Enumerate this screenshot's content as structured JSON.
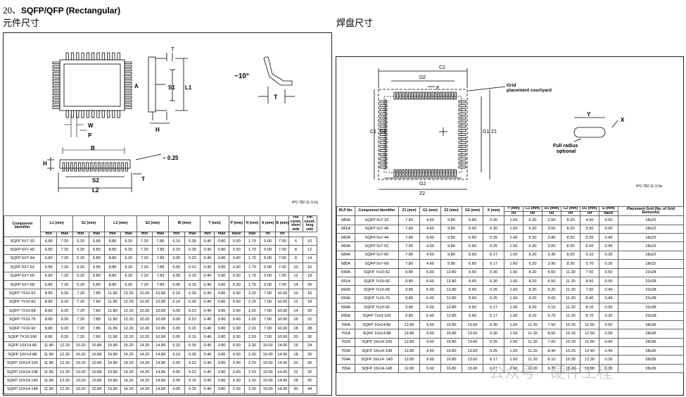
{
  "heading": {
    "number": "20、",
    "title": "SQFP/QFP (Rectangular)"
  },
  "left_subtitle": "元件尺寸",
  "right_subtitle": "焊盘尺寸",
  "left_figure": {
    "labels": {
      "T": "T",
      "A": "A",
      "S1": "S1",
      "L1": "L1",
      "W": "W",
      "P": "P",
      "H": "H",
      "B": "B",
      "S2": "S2",
      "L2": "L2",
      "angle": "~10°",
      "tol": "~ 0.25"
    },
    "ipc": "IPC-782-11-3-2a"
  },
  "right_figure": {
    "labels": {
      "C2": "C2",
      "D2": "D2",
      "E": "E",
      "C1": "C1",
      "D1": "D1",
      "G1": "G1",
      "Z1": "Z1",
      "G2": "G2",
      "Z2": "Z2",
      "Y": "Y",
      "X": "X"
    },
    "grid_label": "Grid\nplacement courtyard",
    "full_radius": "Full radius\noptional",
    "ipc": "IPC-782-11-3-3a"
  },
  "left_table": {
    "h1": [
      "Component Identifier",
      "L1 (mm)",
      "S1 (mm)",
      "L2 (mm)",
      "S2 (mm)",
      "W (mm)",
      "T (mm)",
      "P (mm)",
      "H (mm)",
      "A (mm)",
      "B (mm)",
      "Pin count, short side",
      "Pin count, long side"
    ],
    "h2": [
      "min",
      "max",
      "min",
      "max",
      "min",
      "max",
      "min",
      "max",
      "min",
      "max",
      "min",
      "max",
      "basic",
      "max",
      "ref",
      "ref"
    ],
    "rows": [
      [
        "SQFP 5X7-32",
        "6.80",
        "7.20",
        "5.20",
        "5.89",
        "8.80",
        "9.20",
        "7.20",
        "7.89",
        "0.10",
        "0.30",
        "0.40",
        "0.80",
        "0.50",
        "1.70",
        "5.00",
        "7.00",
        "6",
        "10"
      ],
      [
        "SQFP 5X7-40",
        "6.80",
        "7.20",
        "5.20",
        "5.89",
        "8.80",
        "9.20",
        "7.20",
        "7.89",
        "0.10",
        "0.30",
        "0.40",
        "0.80",
        "0.50",
        "1.70",
        "5.00",
        "7.00",
        "8",
        "12"
      ],
      [
        "SQFP 5X7-44",
        "6.80",
        "7.20",
        "5.20",
        "5.89",
        "8.80",
        "9.20",
        "7.20",
        "7.89",
        "0.05",
        "0.22",
        "0.40",
        "0.80",
        "0.40",
        "1.70",
        "5.00",
        "7.00",
        "8",
        "14"
      ],
      [
        "SQFP 5X7-52",
        "6.80",
        "7.20",
        "5.20",
        "5.89",
        "8.80",
        "9.20",
        "7.20",
        "7.89",
        "0.05",
        "0.22",
        "0.40",
        "0.80",
        "0.40",
        "1.70",
        "5.00",
        "7.00",
        "10",
        "16"
      ],
      [
        "SQFP 5X7-60",
        "6.80",
        "7.20",
        "5.20",
        "5.89",
        "8.80",
        "9.20",
        "7.20",
        "7.89",
        "0.05",
        "0.15",
        "0.40",
        "0.80",
        "0.30",
        "1.70",
        "5.00",
        "7.00",
        "12",
        "18"
      ],
      [
        "SQFP 5X7-68",
        "6.80",
        "7.20",
        "5.20",
        "5.89",
        "8.80",
        "9.20",
        "7.20",
        "7.89",
        "0.05",
        "0.15",
        "0.40",
        "0.80",
        "0.30",
        "1.70",
        "5.00",
        "7.00",
        "14",
        "20"
      ],
      [
        "SQFP 7X10-52",
        "8.80",
        "9.20",
        "7.20",
        "7.89",
        "11.80",
        "12.20",
        "10.20",
        "10.89",
        "0.10",
        "0.30",
        "0.40",
        "0.80",
        "0.50",
        "2.20",
        "7.00",
        "10.00",
        "10",
        "16"
      ],
      [
        "SQFP 7X10-60",
        "8.80",
        "9.20",
        "7.20",
        "7.89",
        "11.80",
        "12.20",
        "10.20",
        "10.89",
        "0.10",
        "0.30",
        "0.40",
        "0.80",
        "0.50",
        "2.20",
        "7.00",
        "10.00",
        "12",
        "18"
      ],
      [
        "SQFP 7X10-68",
        "8.80",
        "9.20",
        "7.20",
        "7.89",
        "11.80",
        "12.20",
        "10.20",
        "10.89",
        "0.05",
        "0.22",
        "0.40",
        "0.80",
        "0.40",
        "2.20",
        "7.00",
        "10.00",
        "14",
        "20"
      ],
      [
        "SQFP 7X10-76",
        "8.80",
        "9.20",
        "7.20",
        "7.89",
        "11.80",
        "12.20",
        "10.20",
        "10.89",
        "0.05",
        "0.22",
        "0.40",
        "0.80",
        "0.40",
        "2.20",
        "7.00",
        "10.00",
        "16",
        "22"
      ],
      [
        "SQFP 7X10-92",
        "8.80",
        "9.20",
        "7.20",
        "7.89",
        "11.80",
        "12.20",
        "10.20",
        "10.89",
        "0.05",
        "0.15",
        "0.40",
        "0.80",
        "0.30",
        "2.20",
        "7.00",
        "10.00",
        "18",
        "28"
      ],
      [
        "SQFP 7X10-100",
        "8.80",
        "9.20",
        "7.20",
        "7.89",
        "11.80",
        "12.20",
        "10.20",
        "10.89",
        "0.05",
        "0.15",
        "0.40",
        "0.80",
        "0.30",
        "2.20",
        "7.00",
        "10.00",
        "20",
        "30"
      ],
      [
        "SQFP 10X14-80",
        "11.80",
        "12.20",
        "10.20",
        "10.89",
        "15.80",
        "16.20",
        "14.20",
        "14.89",
        "0.10",
        "0.30",
        "0.40",
        "0.80",
        "0.50",
        "2.20",
        "10.00",
        "14.00",
        "16",
        "24"
      ],
      [
        "SQFP 10X14-88",
        "11.80",
        "12.20",
        "10.20",
        "10.89",
        "15.80",
        "16.20",
        "14.20",
        "14.89",
        "0.10",
        "0.30",
        "0.40",
        "0.80",
        "0.50",
        "2.20",
        "10.00",
        "14.00",
        "18",
        "26"
      ],
      [
        "SQFP 10X14-100",
        "11.80",
        "12.20",
        "10.20",
        "10.89",
        "15.80",
        "16.20",
        "14.20",
        "14.89",
        "0.05",
        "0.22",
        "0.40",
        "0.80",
        "0.40",
        "2.20",
        "10.00",
        "14.00",
        "20",
        "30"
      ],
      [
        "SQFP 10X14-108",
        "11.80",
        "12.20",
        "10.20",
        "10.89",
        "15.80",
        "16.20",
        "14.20",
        "14.89",
        "0.05",
        "0.22",
        "0.40",
        "0.80",
        "0.40",
        "2.20",
        "10.00",
        "14.00",
        "22",
        "32"
      ],
      [
        "SQFP 10X14-140",
        "11.80",
        "12.20",
        "10.20",
        "10.89",
        "15.80",
        "16.20",
        "14.20",
        "14.89",
        "0.05",
        "0.15",
        "0.40",
        "0.80",
        "0.30",
        "2.20",
        "10.00",
        "14.00",
        "28",
        "42"
      ],
      [
        "SQFP 10X14-148",
        "11.80",
        "12.20",
        "10.20",
        "10.89",
        "15.80",
        "16.20",
        "14.20",
        "14.89",
        "0.05",
        "0.15",
        "0.40",
        "0.80",
        "0.30",
        "2.20",
        "10.00",
        "14.00",
        "30",
        "44"
      ]
    ]
  },
  "right_table": {
    "h1": [
      "RLP No.",
      "Component Identifier",
      "Z1 (mm)",
      "G1 (mm)",
      "Z2 (mm)",
      "G2 (mm)",
      "X (mm)",
      "Y (mm)",
      "C1 (mm)",
      "D1 (mm)",
      "C2 (mm)",
      "D2 (mm)",
      "E (mm)",
      "Placement Grid (No. of Grid Elements)"
    ],
    "h2": [
      "",
      "",
      "",
      "",
      "",
      "",
      "",
      "ref",
      "ref",
      "ref",
      "ref",
      "ref",
      "basic",
      ""
    ],
    "rows": [
      [
        "680A",
        "SQFP 5x7-32",
        "7.80",
        "4.60",
        "9.80",
        "6.60",
        "0.30",
        "1.60",
        "6.20",
        "2.50",
        "8.20",
        "4.50",
        "0.50",
        "18x22"
      ],
      [
        "681A",
        "SQFP 5x7-40",
        "7.80",
        "4.60",
        "9.80",
        "6.60",
        "0.30",
        "1.60",
        "6.20",
        "3.50",
        "8.20",
        "5.50",
        "0.50",
        "18x22"
      ],
      [
        "682A",
        "SQFP 5x7-44",
        "7.80",
        "4.60",
        "9.80",
        "6.60",
        "0.25",
        "1.60",
        "6.20",
        "2.80",
        "8.20",
        "5.20",
        "0.40",
        "18x22"
      ],
      [
        "683A",
        "SQFP 5x7-52",
        "7.80",
        "4.60",
        "9.80",
        "6.60",
        "0.25",
        "1.60",
        "6.20",
        "3.60",
        "8.20",
        "6.00",
        "0.40",
        "18x22"
      ],
      [
        "684A",
        "SQFP 5x7-60",
        "7.80",
        "4.60",
        "9.80",
        "6.60",
        "0.17",
        "1.60",
        "6.20",
        "3.30",
        "8.20",
        "5.10",
        "0.30",
        "18x22"
      ],
      [
        "685A",
        "SQFP 5x7-68",
        "7.80",
        "4.60",
        "9.80",
        "6.60",
        "0.17",
        "1.60",
        "6.20",
        "3.90",
        "8.20",
        "5.70",
        "0.30",
        "18x22"
      ],
      [
        "690A",
        "SQFP 7x10-52",
        "9.80",
        "6.60",
        "12.80",
        "9.60",
        "0.30",
        "1.60",
        "8.20",
        "4.50",
        "11.20",
        "7.50",
        "0.50",
        "22x28"
      ],
      [
        "691A",
        "SQFP 7x10-60",
        "9.80",
        "6.60",
        "12.80",
        "9.60",
        "0.30",
        "1.60",
        "8.20",
        "5.50",
        "11.20",
        "8.50",
        "0.50",
        "22x28"
      ],
      [
        "692A",
        "SQFP 7x10-68",
        "9.80",
        "6.60",
        "12.80",
        "9.60",
        "0.25",
        "1.60",
        "8.20",
        "5.20",
        "11.20",
        "7.60",
        "0.40",
        "22x28"
      ],
      [
        "693A",
        "SQFP 7x10-76",
        "9.80",
        "6.60",
        "12.80",
        "9.60",
        "0.25",
        "1.60",
        "8.20",
        "6.00",
        "11.20",
        "8.40",
        "0.40",
        "22x28"
      ],
      [
        "694A",
        "SQFP 7x10-92",
        "9.80",
        "6.60",
        "12.80",
        "9.60",
        "0.17",
        "1.60",
        "8.20",
        "5.10",
        "11.20",
        "8.10",
        "0.30",
        "22x28"
      ],
      [
        "695A",
        "SQFP 7x10-100",
        "9.80",
        "6.60",
        "12.80",
        "9.60",
        "0.17",
        "1.60",
        "8.20",
        "5.70",
        "11.20",
        "8.70",
        "0.30",
        "22x28"
      ],
      [
        "700A",
        "SQFP 10x14-80",
        "12.80",
        "9.60",
        "16.80",
        "13.60",
        "0.30",
        "1.60",
        "11.20",
        "7.50",
        "15.20",
        "11.50",
        "0.50",
        "28x36"
      ],
      [
        "701A",
        "SQFP 10x14-88",
        "12.80",
        "9.60",
        "16.80",
        "13.60",
        "0.30",
        "1.60",
        "11.20",
        "8.50",
        "15.20",
        "12.50",
        "0.50",
        "28x36"
      ],
      [
        "702A",
        "SQFP 10x14-100",
        "12.80",
        "9.60",
        "16.80",
        "13.60",
        "0.25",
        "1.60",
        "11.20",
        "7.60",
        "15.20",
        "11.60",
        "0.40",
        "28x36"
      ],
      [
        "703A",
        "SQFP 10x14-108",
        "12.80",
        "9.60",
        "16.80",
        "13.60",
        "0.25",
        "1.60",
        "11.20",
        "8.40",
        "15.20",
        "12.40",
        "0.40",
        "28x36"
      ],
      [
        "704A",
        "SQFP 10x14- 140",
        "12.80",
        "9.60",
        "16.80",
        "13.60",
        "0.17",
        "1.60",
        "11.20",
        "8.10",
        "15.20",
        "12.30",
        "0.30",
        "28x36"
      ],
      [
        "705A",
        "SQFP 10x14-148",
        "12.80",
        "9.60",
        "16.80",
        "13.60",
        "0.17",
        "1.60",
        "11.20",
        "8.70",
        "15.20",
        "12.90",
        "0.30",
        "28x36"
      ]
    ]
  },
  "watermark": "公众号 · 硬件工程"
}
